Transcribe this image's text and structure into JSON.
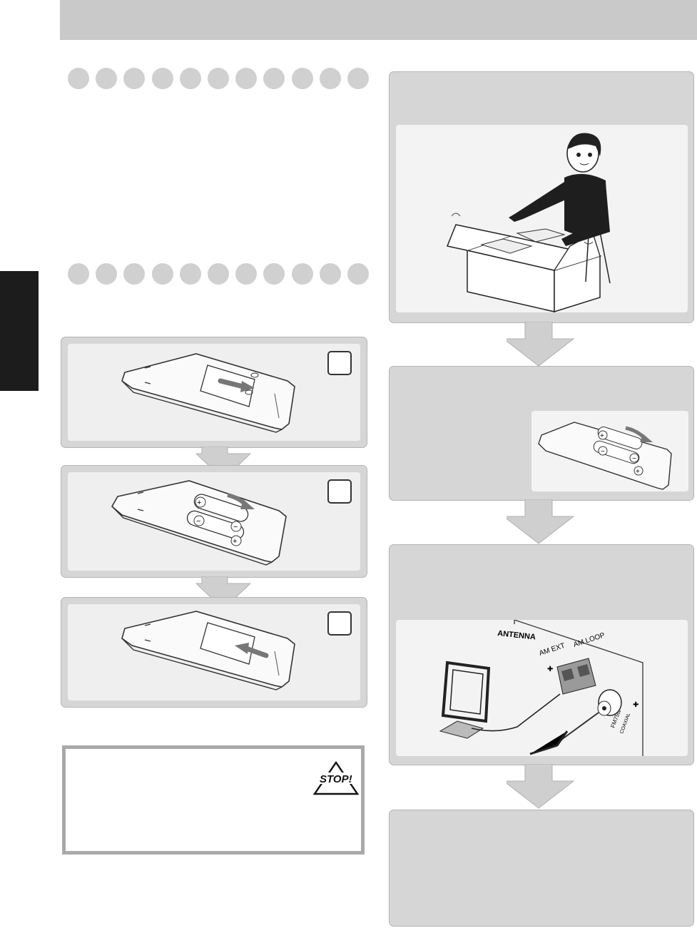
{
  "steps": [
    {
      "number": ""
    },
    {
      "number": ""
    },
    {
      "number": ""
    }
  ],
  "caution": {
    "stop_label": "STOP!"
  },
  "antenna": {
    "title": "ANTENNA",
    "am_ext": "AM EXT",
    "am_loop": "AM LOOP",
    "fm_label": "FM75Ω",
    "coaxial": "COAXIAL"
  }
}
